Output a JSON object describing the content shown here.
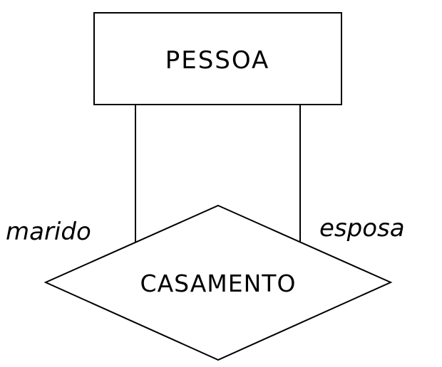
{
  "diagram": {
    "entity": {
      "label": "PESSOA"
    },
    "relationship": {
      "label": "CASAMENTO"
    },
    "roles": {
      "left": "marido",
      "right": "esposa"
    }
  }
}
